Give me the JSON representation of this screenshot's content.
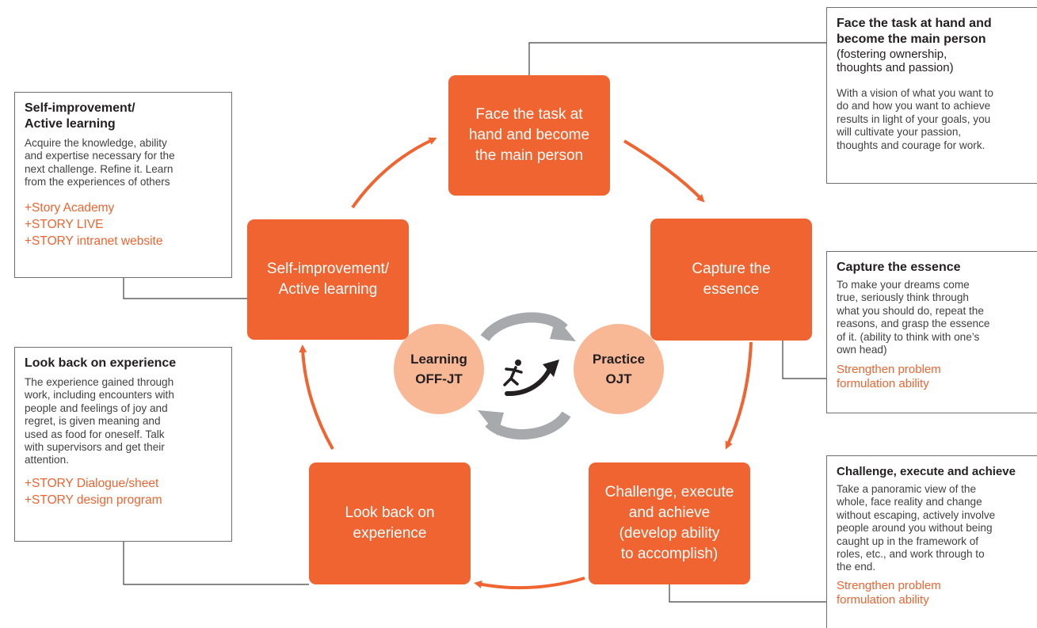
{
  "colors": {
    "accent": "#f06431",
    "circle": "#f8b896",
    "cycle_arrow": "#a7a9ac",
    "connector": "#414042"
  },
  "stages": {
    "face": "Face the task at\nhand and become\nthe main person",
    "capture": "Capture the\nessence",
    "challenge": "Challenge, execute\nand achieve\n(develop ability\nto accomplish)",
    "lookback": "Look back on\nexperience",
    "self": "Self-improvement/\nActive learning"
  },
  "center": {
    "learning": "Learning\nOFF-JT",
    "practice": "Practice\nOJT",
    "runner_icon": "running-person-icon"
  },
  "boxes": {
    "self": {
      "title": "Self-improvement/\nActive learning",
      "body": "Acquire the knowledge, ability\nand expertise necessary for the\nnext challenge. Refine it. Learn\nfrom the experiences of others",
      "links": [
        "+Story Academy",
        "+STORY LIVE",
        "+STORY intranet website"
      ]
    },
    "lookback": {
      "title": "Look back on experience",
      "body": "The experience gained through\nwork, including encounters with\npeople and feelings of joy and\nregret, is given meaning and\nused as food for oneself. Talk\nwith supervisors and get their\nattention.",
      "links": [
        "+STORY Dialogue/sheet",
        "+STORY design program"
      ]
    },
    "face": {
      "title": "Face the task at hand and\nbecome the main person",
      "subtitle": "(fostering ownership,\nthoughts and passion)",
      "body": "With a vision of what you want to\ndo and how you want to achieve\nresults in light of your goals, you\nwill cultivate your passion,\nthoughts and courage for work."
    },
    "capture": {
      "title": "Capture the essence",
      "body": "To make your dreams come\ntrue, seriously think through\nwhat you should do, repeat the\nreasons, and grasp the essence\nof it. (ability to think with one’s\nown head)",
      "link": "Strengthen problem\nformulation ability"
    },
    "challenge": {
      "title": "Challenge, execute and achieve",
      "body": "Take a panoramic view of the\nwhole, face reality and change\nwithout escaping, actively involve\npeople around you without being\ncaught up in the framework of\nroles, etc., and work through to\nthe end.",
      "link": "Strengthen problem\nformulation ability"
    }
  }
}
